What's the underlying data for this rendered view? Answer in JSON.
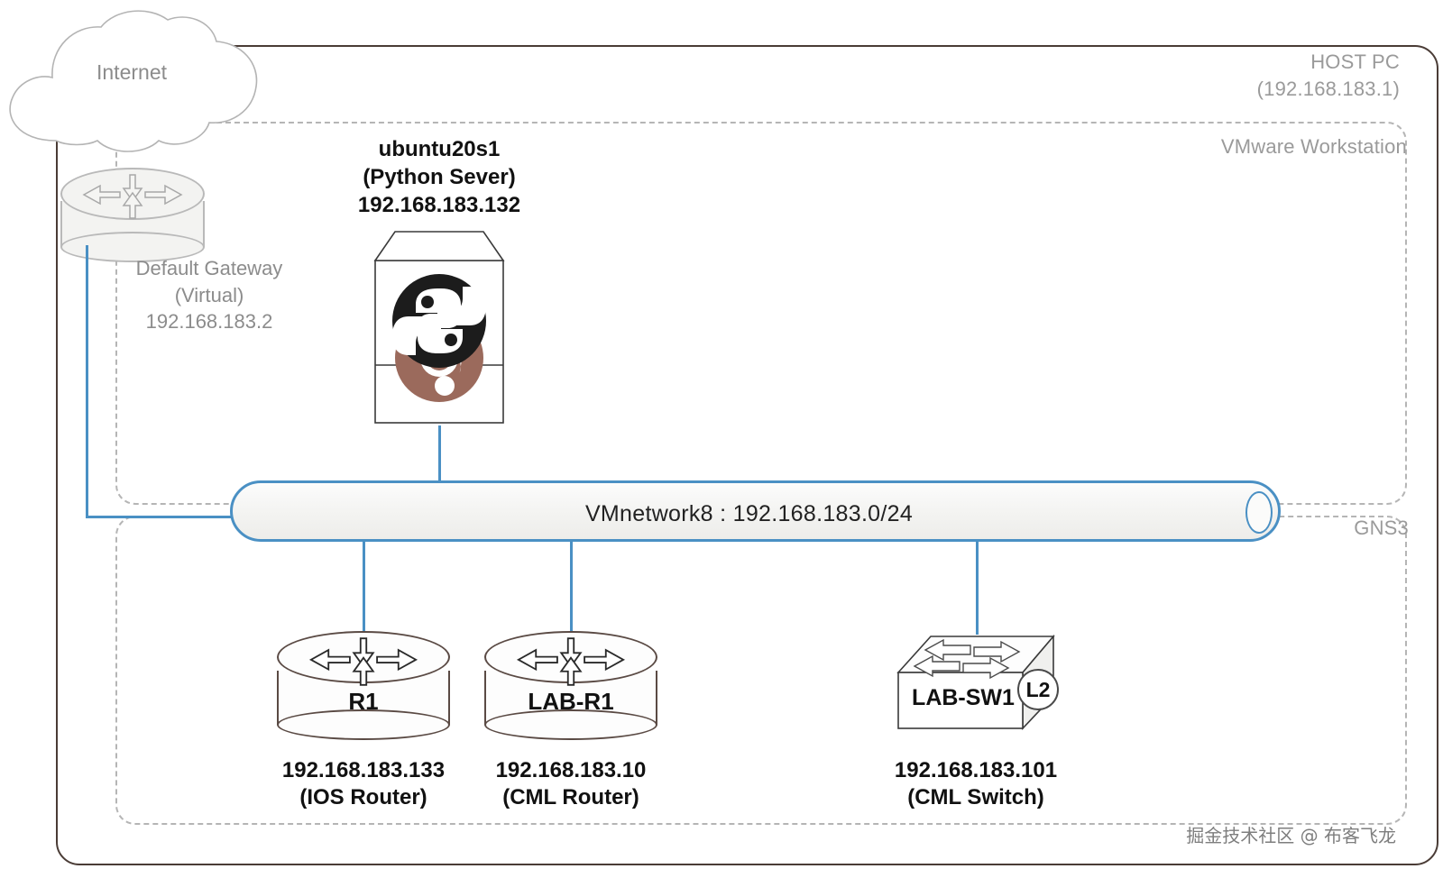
{
  "diagram": {
    "containers": {
      "host_pc": {
        "title": "HOST PC",
        "address": "(192.168.183.1)"
      },
      "vmware": {
        "title": "VMware Workstation"
      },
      "gns3": {
        "title": "GNS3"
      }
    },
    "cloud": {
      "label": "Internet"
    },
    "bus": {
      "label": "VMnetwork8 : 192.168.183.0/24",
      "color": "#4a90c4"
    },
    "nodes": [
      {
        "id": "default-gateway",
        "icon": "router-icon",
        "name": "",
        "caption_line1": "Default Gateway",
        "caption_line2": "(Virtual)",
        "caption_line3": "192.168.183.2"
      },
      {
        "id": "ubuntu20s1",
        "icon": "server-icon",
        "caption_line1": "ubuntu20s1",
        "caption_line2": "(Python Sever)",
        "caption_line3": "192.168.183.132"
      },
      {
        "id": "r1",
        "icon": "router-icon",
        "name": "R1",
        "caption_line1": "192.168.183.133",
        "caption_line2": "(IOS Router)"
      },
      {
        "id": "lab-r1",
        "icon": "router-icon",
        "name": "LAB-R1",
        "caption_line1": "192.168.183.10",
        "caption_line2": "(CML Router)"
      },
      {
        "id": "lab-sw1",
        "icon": "switch-icon",
        "name": "LAB-SW1",
        "badge": "L2",
        "caption_line1": "192.168.183.101",
        "caption_line2": "(CML Switch)"
      }
    ],
    "watermark": "掘金技术社区 @ 布客飞龙"
  }
}
